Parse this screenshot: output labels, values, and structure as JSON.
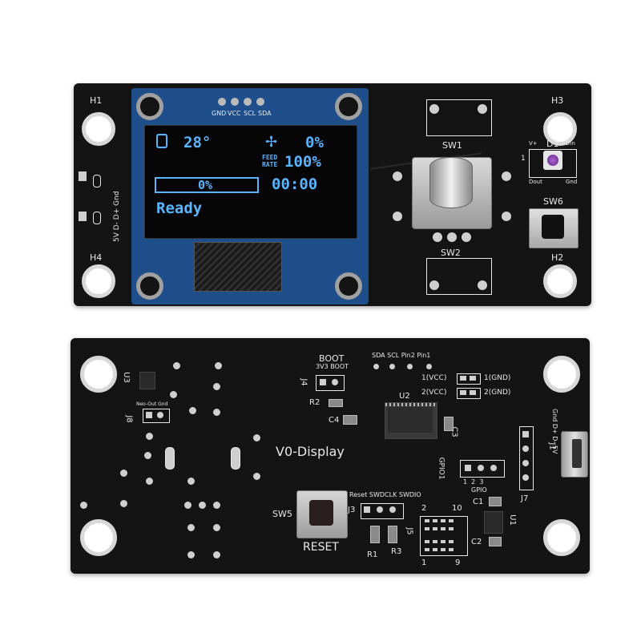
{
  "top_board": {
    "hole_labels": [
      "H1",
      "H3",
      "H4",
      "H2"
    ],
    "oled_header_labels": [
      "GND",
      "VCC",
      "SCL",
      "SDA"
    ],
    "usb_pins": "5V D- D+ Gnd",
    "sw1": "SW1",
    "sw2": "SW2",
    "sw6": "SW6",
    "d1": "D1",
    "led_pins": {
      "vplus": "V+",
      "din": "Din",
      "dout": "Dout",
      "gnd": "Gnd",
      "one": "1"
    }
  },
  "oled": {
    "temp": "28°",
    "fan": "0%",
    "feed_rate_label_1": "FEED",
    "feed_rate_label_2": "RATE",
    "feed_rate": "100%",
    "progress": "0%",
    "time": "00:00",
    "status": "Ready",
    "progress_fraction": 0
  },
  "bottom_board": {
    "boot": "BOOT",
    "boot_pins": "3V3 BOOT",
    "j4": "J4",
    "r2": "R2",
    "c4": "C4",
    "u3": "U3",
    "j8": "J8",
    "neo_out": "Neo-Out Gnd",
    "header_pins": "SDA SCL Pin2 Pin1",
    "u2": "U2",
    "c3": "C3",
    "pin_1vcc": "1(VCC)",
    "pin_1gnd": "1(GND)",
    "pin_2vcc": "2(VCC)",
    "pin_2gnd": "2(GND)",
    "board_name": "V0-Display",
    "gpio1": "GPIO1",
    "gpio_nums": "1  2  3",
    "gpio_label": "GPIO",
    "j1": "J1",
    "j1_pins": "Gnd D+ D- 5V",
    "j7": "J7",
    "swd": "Reset SWDCLK SWDIO",
    "j3": "J3",
    "j5": "J5",
    "j5_two": "2",
    "j5_ten": "10",
    "j5_one": "1",
    "j5_nine": "9",
    "c1": "C1",
    "c2": "C2",
    "u1": "U1",
    "sw5": "SW5",
    "reset": "RESET",
    "r1": "R1",
    "r3": "R3"
  },
  "colors": {
    "pcb": "#141414",
    "oled_pcb": "#1e4f8a",
    "oled_text": "#5ab4ff",
    "silkscreen": "#e8e8e8"
  }
}
